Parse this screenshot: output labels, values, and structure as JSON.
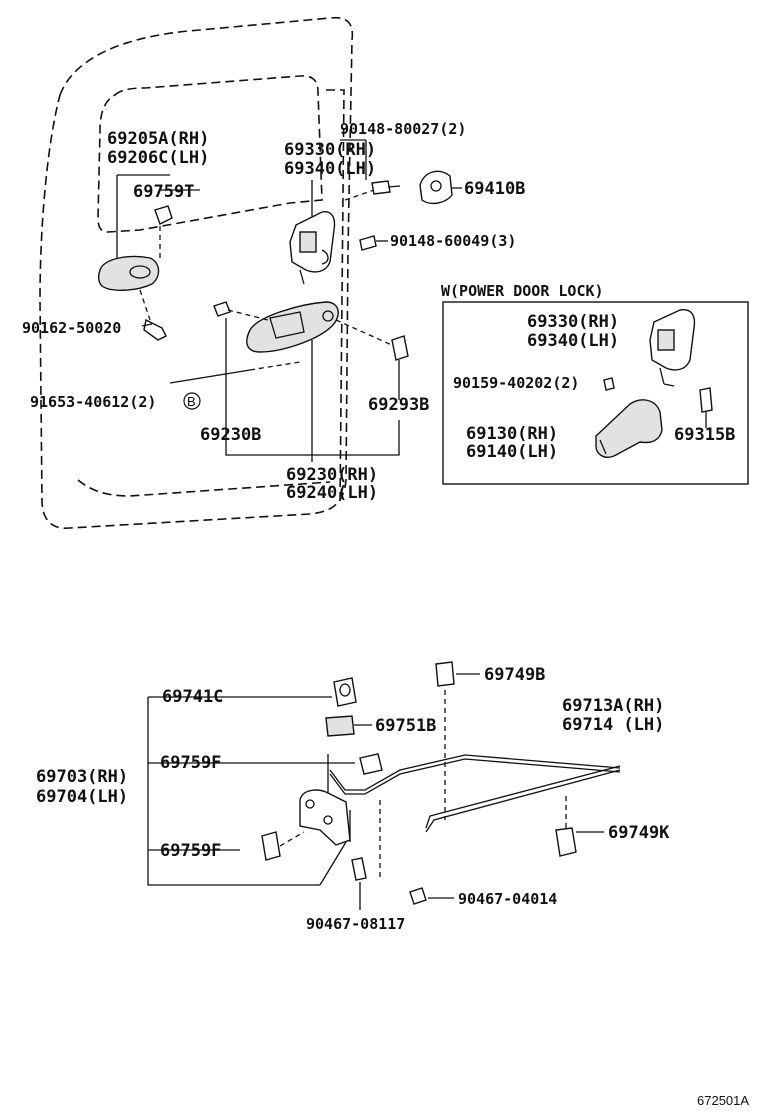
{
  "diagram": {
    "door_lock_section": {
      "labels": {
        "p69205a": "69205A(RH)",
        "p69206c": "69206C(LH)",
        "p69759t": "69759T",
        "p69330_a": "69330(RH)",
        "p69340_a": "69340(LH)",
        "p90148_80027": "90148-80027(2)",
        "p69410b": "69410B",
        "p90148_60049": "90148-60049(3)",
        "p90162_50020": "90162-50020",
        "p91653_40612": "91653-40612(2)",
        "marker_b": "B",
        "p69230b": "69230B",
        "p69230_69240_rh": "69230(RH)",
        "p69230_69240_lh": "69240(LH)",
        "p69293b": "69293B"
      }
    },
    "power_door_lock_box": {
      "title": "W(POWER DOOR LOCK)",
      "labels": {
        "p69330_b": "69330(RH)",
        "p69340_b": "69340(LH)",
        "p90159_40202": "90159-40202(2)",
        "p69130": "69130(RH)",
        "p69140": "69140(LH)",
        "p69315b": "69315B"
      }
    },
    "rod_section": {
      "labels": {
        "p69741c": "69741C",
        "p69749b": "69749B",
        "p69751b": "69751B",
        "p69713a": "69713A(RH)",
        "p69714": "69714  (LH)",
        "p69759f_a": "69759F",
        "p69703": "69703(RH)",
        "p69704": "69704(LH)",
        "p69749k": "69749K",
        "p69759f_b": "69759F",
        "p90467_04014": "90467-04014",
        "p90467_08117": "90467-08117"
      }
    },
    "figure_code": "672501A"
  }
}
